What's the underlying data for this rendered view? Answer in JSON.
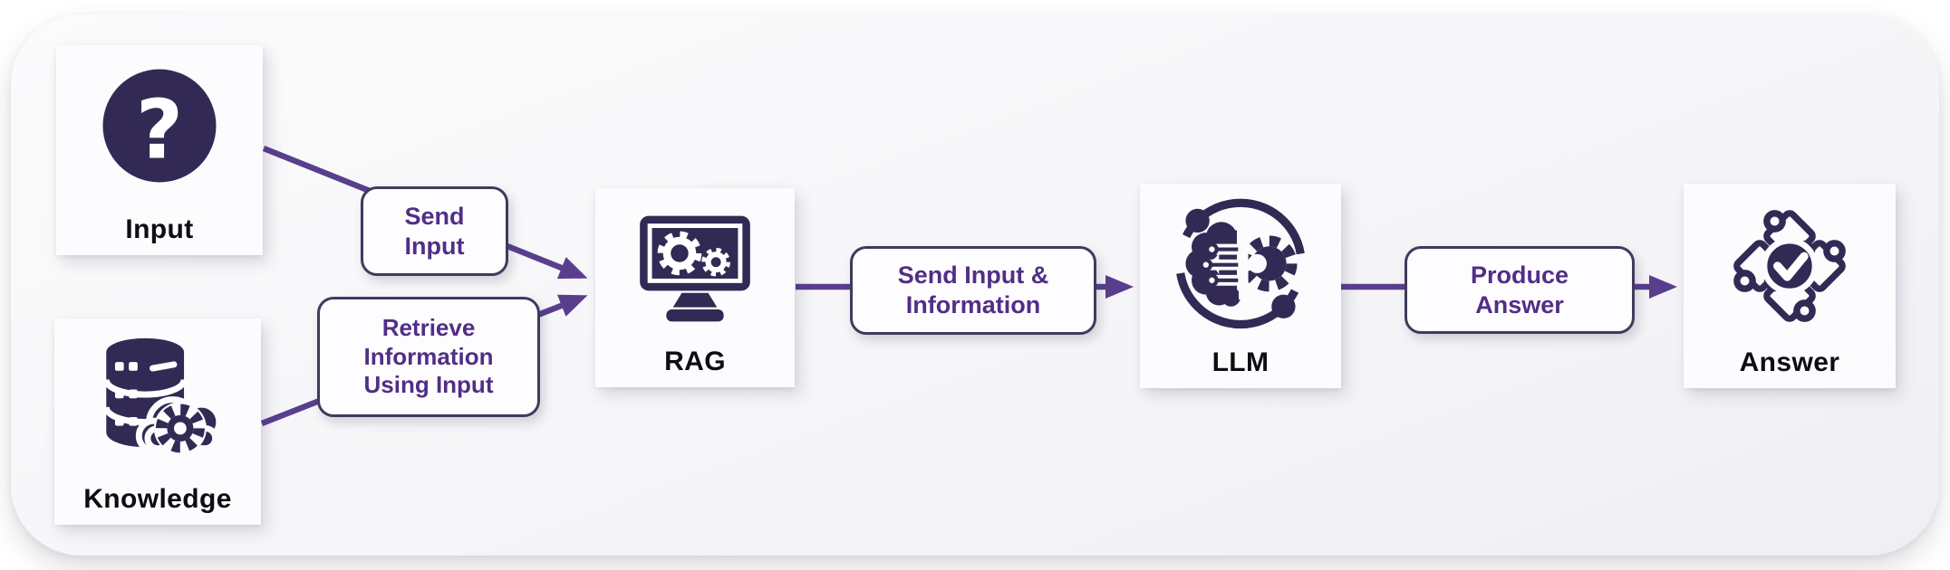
{
  "diagram": {
    "type": "flowchart",
    "topic": "Retrieval-Augmented Generation pipeline",
    "nodes": [
      {
        "id": "input",
        "label": "Input",
        "icon": "question-mark-icon"
      },
      {
        "id": "knowledge",
        "label": "Knowledge",
        "icon": "database-gear-icon"
      },
      {
        "id": "rag",
        "label": "RAG",
        "icon": "monitor-gears-icon"
      },
      {
        "id": "llm",
        "label": "LLM",
        "icon": "brain-gear-icon"
      },
      {
        "id": "answer",
        "label": "Answer",
        "icon": "puzzle-check-icon"
      }
    ],
    "edges": [
      {
        "from": "input",
        "to": "rag",
        "label": "Send Input",
        "label_lines": [
          "Send",
          "Input"
        ]
      },
      {
        "from": "knowledge",
        "to": "rag",
        "label": "Retrieve Information Using Input",
        "label_lines": [
          "Retrieve",
          "Information",
          "Using Input"
        ]
      },
      {
        "from": "rag",
        "to": "llm",
        "label": "Send Input & Information",
        "label_lines": [
          "Send Input &",
          "Information"
        ]
      },
      {
        "from": "llm",
        "to": "answer",
        "label": "Produce Answer",
        "label_lines": [
          "Produce",
          "Answer"
        ]
      }
    ],
    "colors": {
      "icon_dark_purple": "#322a54",
      "arrow_purple": "#5a3e8e",
      "label_text_purple": "#512e86",
      "pill_border": "#413a5c",
      "node_label_black": "#0d0d12",
      "canvas_background": "#f4f4f7",
      "node_background": "#fcfcfe"
    }
  }
}
